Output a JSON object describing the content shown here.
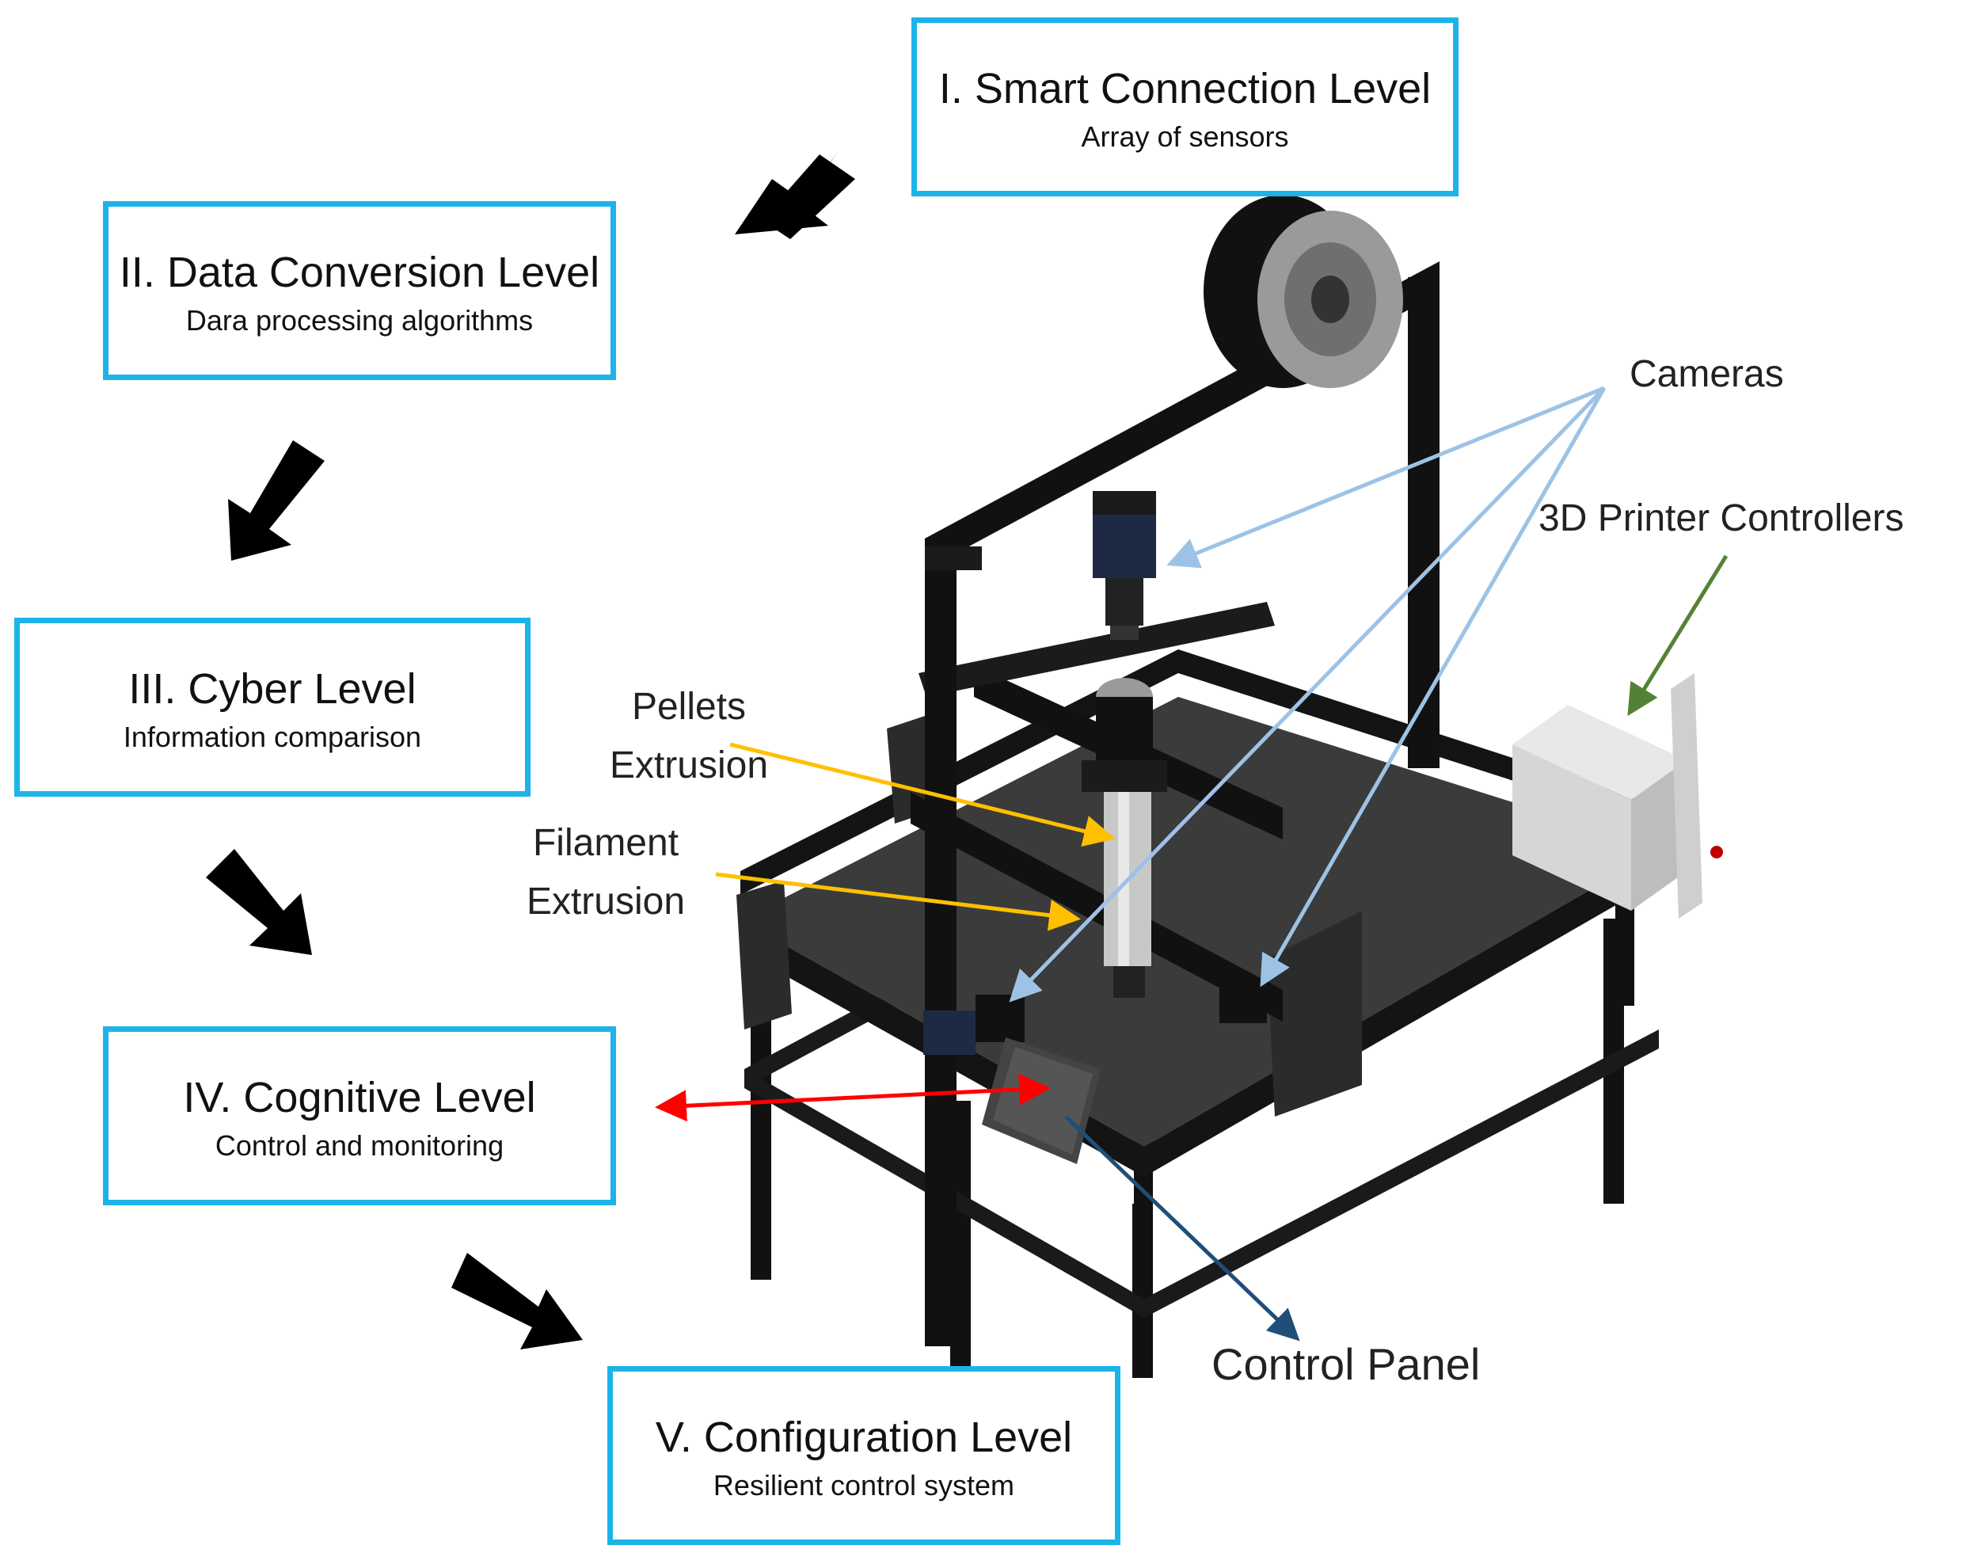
{
  "levels": [
    {
      "title": "I. Smart Connection Level",
      "subtitle": "Array of sensors"
    },
    {
      "title": "II. Data Conversion Level",
      "subtitle": "Dara processing algorithms"
    },
    {
      "title": "III. Cyber Level",
      "subtitle": "Information comparison"
    },
    {
      "title": "IV. Cognitive Level",
      "subtitle": "Control and monitoring"
    },
    {
      "title": "V. Configuration Level",
      "subtitle": "Resilient control system"
    }
  ],
  "callouts": {
    "cameras": "Cameras",
    "controllers": "3D Printer Controllers",
    "pellets": "Pellets\nExtrusion",
    "filament": "Filament\nExtrusion",
    "control_panel": "Control Panel"
  },
  "colors": {
    "box_border": "#1cb4e8",
    "flow_arrow": "#000000",
    "camera_arrow": "#9cc3e6",
    "controller_arrow": "#548235",
    "extrusion_arrow": "#ffc000",
    "panel_arrow": "#1f4e79",
    "cognitive_arrow": "#ff0000"
  },
  "icons": {
    "flow_arrows": "thick-black-arrow",
    "printer": "3d-printer-frame-illustration"
  }
}
